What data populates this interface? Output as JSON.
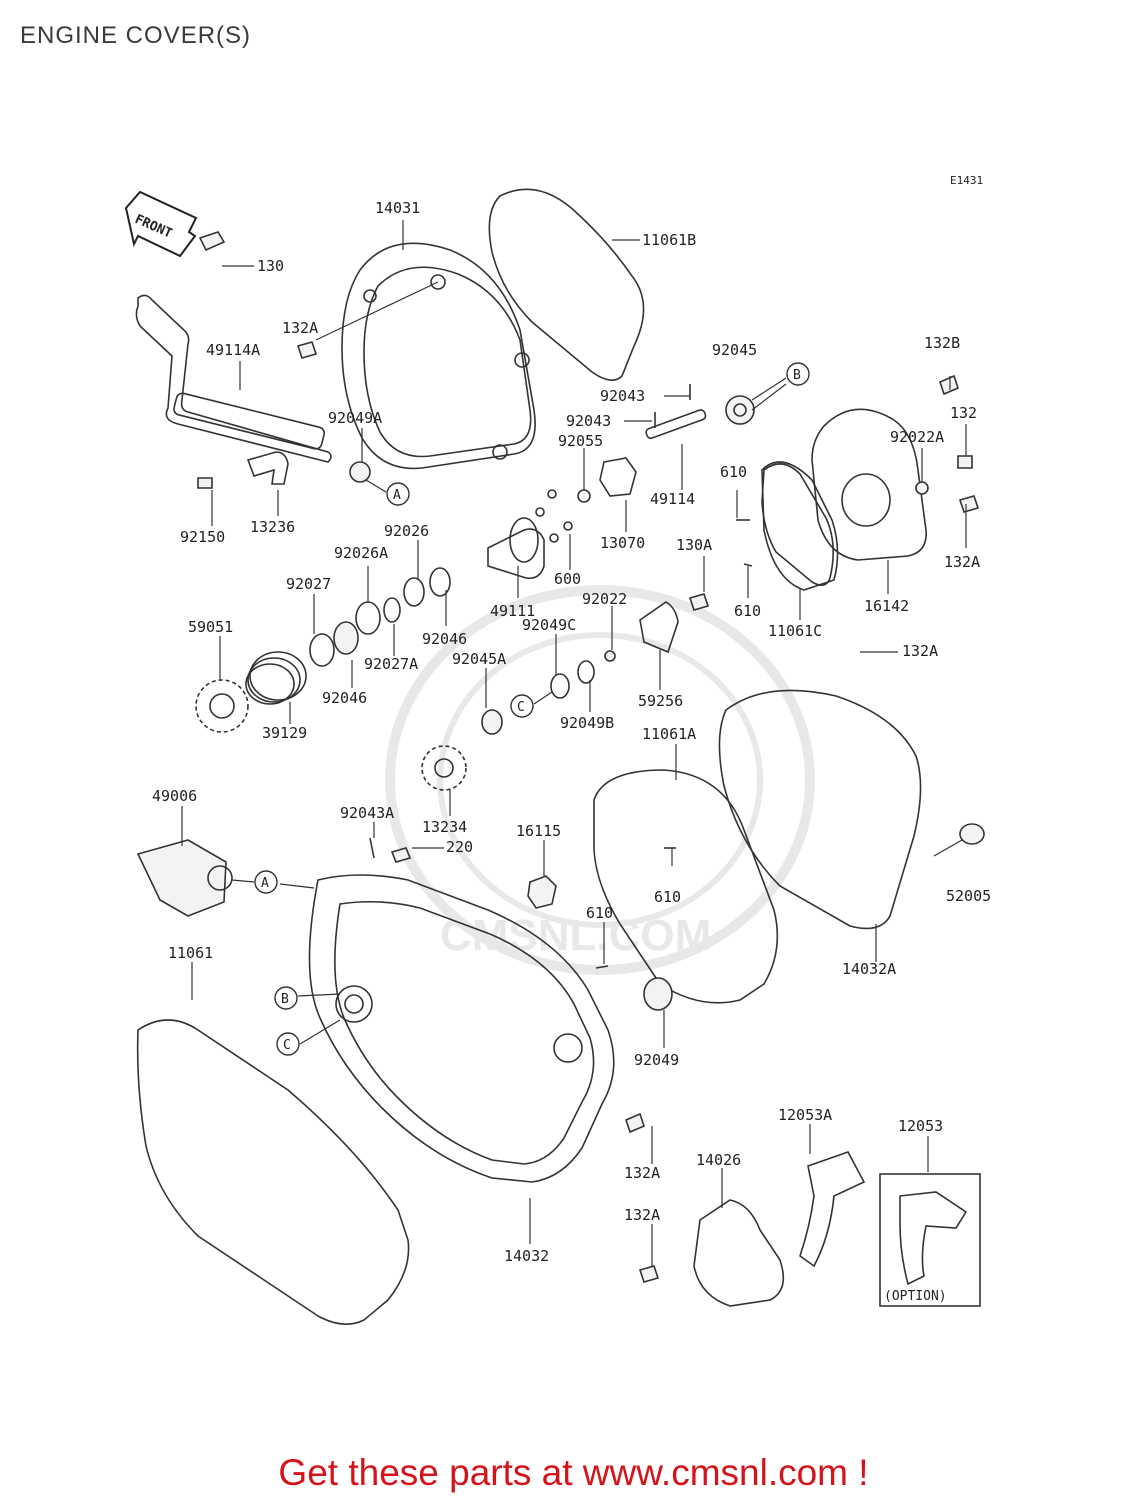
{
  "page": {
    "title": "ENGINE COVER(S)"
  },
  "diagram": {
    "code": "E1431",
    "front_label": "FRONT",
    "option_label": "(OPTION)",
    "watermark": "CMSNL.COM",
    "parts": [
      {
        "label": "14031"
      },
      {
        "label": "11061B"
      },
      {
        "label": "130"
      },
      {
        "label": "132A"
      },
      {
        "label": "49114A"
      },
      {
        "label": "92049A"
      },
      {
        "label": "92150"
      },
      {
        "label": "13236"
      },
      {
        "label": "92045"
      },
      {
        "label": "92043"
      },
      {
        "label": "92043"
      },
      {
        "label": "92055"
      },
      {
        "label": "49114"
      },
      {
        "label": "13070"
      },
      {
        "label": "600"
      },
      {
        "label": "132B"
      },
      {
        "label": "132"
      },
      {
        "label": "92022A"
      },
      {
        "label": "610"
      },
      {
        "label": "132A"
      },
      {
        "label": "16142"
      },
      {
        "label": "610"
      },
      {
        "label": "11061C"
      },
      {
        "label": "130A"
      },
      {
        "label": "92026"
      },
      {
        "label": "92026A"
      },
      {
        "label": "92027"
      },
      {
        "label": "49111"
      },
      {
        "label": "92022"
      },
      {
        "label": "59051"
      },
      {
        "label": "92046"
      },
      {
        "label": "92027A"
      },
      {
        "label": "92049C"
      },
      {
        "label": "92045A"
      },
      {
        "label": "92046"
      },
      {
        "label": "59256"
      },
      {
        "label": "132A"
      },
      {
        "label": "39129"
      },
      {
        "label": "92049B"
      },
      {
        "label": "11061A"
      },
      {
        "label": "49006"
      },
      {
        "label": "13234"
      },
      {
        "label": "92043A"
      },
      {
        "label": "16115"
      },
      {
        "label": "220"
      },
      {
        "label": "610"
      },
      {
        "label": "52005"
      },
      {
        "label": "610"
      },
      {
        "label": "11061"
      },
      {
        "label": "14032A"
      },
      {
        "label": "92049"
      },
      {
        "label": "12053A"
      },
      {
        "label": "12053"
      },
      {
        "label": "132A"
      },
      {
        "label": "14026"
      },
      {
        "label": "132A"
      },
      {
        "label": "14032"
      }
    ],
    "markers": [
      {
        "label": "A"
      },
      {
        "label": "A"
      },
      {
        "label": "B"
      },
      {
        "label": "B"
      },
      {
        "label": "C"
      },
      {
        "label": "C"
      }
    ]
  },
  "footer": {
    "text": "Get these parts at www.cmsnl.com !"
  }
}
